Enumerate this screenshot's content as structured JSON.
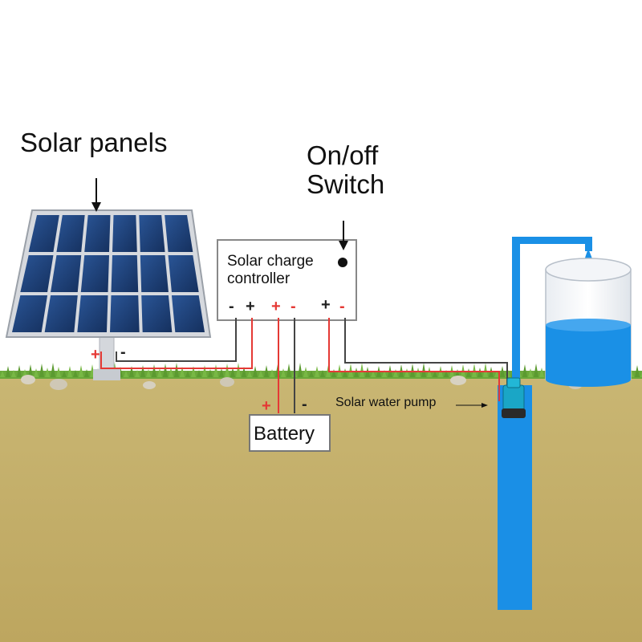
{
  "labels": {
    "solar_panels": "Solar panels",
    "switch_line1": "On/off",
    "switch_line2": "Switch",
    "controller_line1": "Solar charge",
    "controller_line2": "controller",
    "battery": "Battery",
    "pump": "Solar water pump"
  },
  "terminals": {
    "minus": "-",
    "plus": "+"
  },
  "colors": {
    "sky": "#ffffff",
    "soil": "#c4b06a",
    "grass": "#6aa83a",
    "panel_cell": "#1f3f78",
    "panel_frame": "#c9ccd2",
    "water": "#1a90e6",
    "wire_red": "#e53935",
    "wire_dark": "#333333"
  }
}
